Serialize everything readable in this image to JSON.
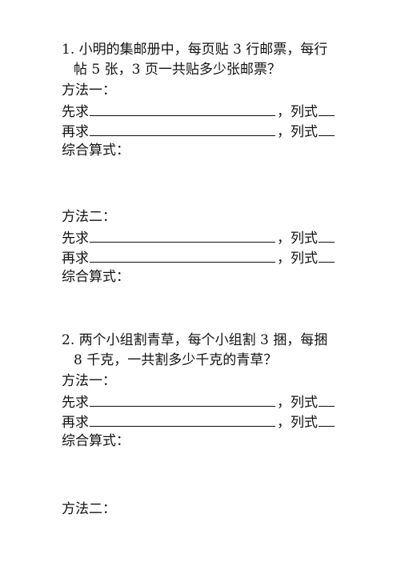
{
  "q1": {
    "line1": "1. 小明的集邮册中，每页贴 3 行邮票，每行",
    "line2": "帖 5 张，3 页一共贴多少张邮票？",
    "m1": {
      "title": "方法一：",
      "first_label": "先求",
      "second_label": "再求",
      "formula_label": "，列式",
      "combined": "综合算式："
    },
    "m2": {
      "title": "方法二：",
      "first_label": "先求",
      "second_label": "再求",
      "formula_label": "，列式",
      "combined": "综合算式："
    }
  },
  "q2": {
    "line1": "2. 两个小组割青草，每个小组割 3 捆，每捆",
    "line2": "8 千克，一共割多少千克的青草？",
    "m1": {
      "title": "方法一：",
      "first_label": "先求",
      "second_label": "再求",
      "formula_label": "，列式",
      "combined": "综合算式："
    },
    "m2": {
      "title": "方法二："
    }
  }
}
